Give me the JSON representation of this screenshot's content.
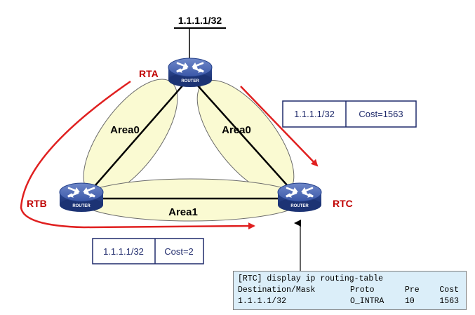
{
  "routers": {
    "rta": {
      "name": "RTA",
      "badge": "ROUTER"
    },
    "rtb": {
      "name": "RTB",
      "badge": "ROUTER"
    },
    "rtc": {
      "name": "RTC",
      "badge": "ROUTER"
    }
  },
  "prefix": "1.1.1.1/32",
  "areas": {
    "left": "Area0",
    "right": "Area0",
    "bottom": "Area1"
  },
  "route_boxes": {
    "upper": {
      "dest": "1.1.1.1/32",
      "cost": "Cost=1563"
    },
    "lower": {
      "dest": "1.1.1.1/32",
      "cost": "Cost=2"
    }
  },
  "terminal": {
    "command": "[RTC] display ip routing-table",
    "headers": [
      "Destination/Mask",
      "Proto",
      "Pre",
      "Cost"
    ],
    "row": [
      "1.1.1.1/32",
      "O_INTRA",
      "10",
      "1563"
    ]
  },
  "colors": {
    "area_fill": "#fafad2",
    "arrow": "#e02020",
    "label": "#c00000",
    "router": "#3a57a6",
    "box_border": "#1f2a6b",
    "terminal_bg": "#dbeef9"
  }
}
